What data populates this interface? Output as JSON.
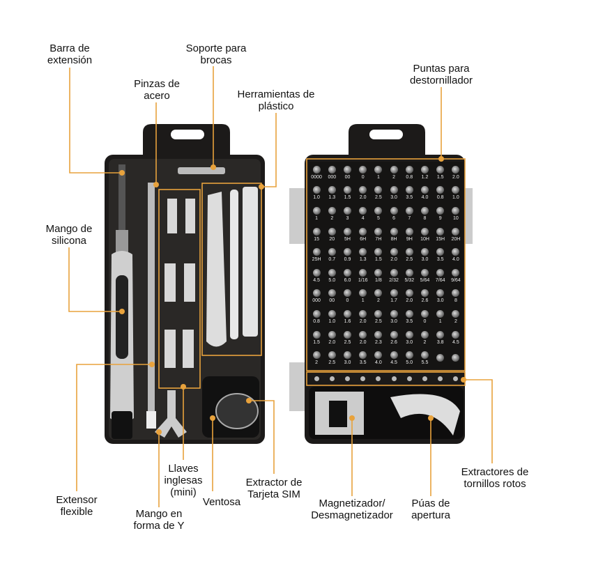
{
  "labels": {
    "barra": "Barra de extensión",
    "soporte": "Soporte para brocas",
    "pinzas": "Pinzas de acero",
    "herramientas": "Herramientas de plástico",
    "puntas": "Puntas para destornillador",
    "mango_silicona": "Mango de silicona",
    "extensor": "Extensor flexible",
    "llaves": "Llaves inglesas (mini)",
    "ventosa": "Ventosa",
    "extractor_sim": "Extractor de Tarjeta SIM",
    "mango_y": "Mango en forma de Y",
    "magnetizador": "Magnetizador/ Desmagnetizador",
    "puas": "Púas de apertura",
    "extractores": "Extractores de tornillos rotos"
  },
  "bit_rows": [
    [
      "0000",
      "000",
      "00",
      "0",
      "1",
      "2",
      "0.8",
      "1.2",
      "1.5",
      "2.0"
    ],
    [
      "1.0",
      "1.3",
      "1.5",
      "2.0",
      "2.5",
      "3.0",
      "3.5",
      "4.0",
      "0.8",
      "1.0"
    ],
    [
      "1",
      "2",
      "3",
      "4",
      "5",
      "6",
      "7",
      "8",
      "9",
      "10"
    ],
    [
      "15",
      "20",
      "5H",
      "6H",
      "7H",
      "8H",
      "9H",
      "10H",
      "15H",
      "20H"
    ],
    [
      "25H",
      "0.7",
      "0.9",
      "1.3",
      "1.5",
      "2.0",
      "2.5",
      "3.0",
      "3.5",
      "4.0"
    ],
    [
      "4.5",
      "5.0",
      "6.0",
      "1/16",
      "1/8",
      "2/32",
      "5/32",
      "5/64",
      "7/64",
      "9/64"
    ],
    [
      "000",
      "00",
      "0",
      "1",
      "2",
      "1.7",
      "2.0",
      "2.6",
      "3.0",
      "8"
    ],
    [
      "0.8",
      "1.0",
      "1.6",
      "2.0",
      "2.5",
      "3.0",
      "3.5",
      "0",
      "1",
      "2"
    ],
    [
      "1.5",
      "2.0",
      "2.5",
      "2.0",
      "2.3",
      "2.6",
      "3.0",
      "2",
      "3.8",
      "4.5"
    ],
    [
      "2",
      "2.5",
      "3.0",
      "3.5",
      "4.0",
      "4.5",
      "5.0",
      "5.5",
      "",
      ""
    ]
  ],
  "colors": {
    "accent": "#e8a23c",
    "case": "#1c1a19",
    "tray": "#2a2826"
  }
}
